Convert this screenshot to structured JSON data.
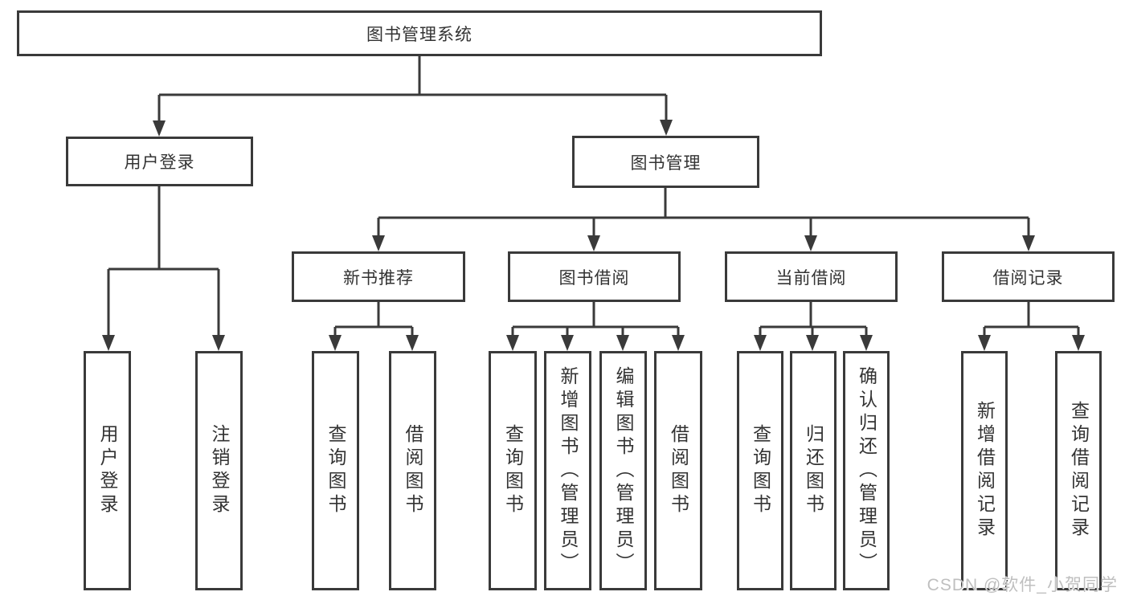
{
  "diagram": {
    "root": {
      "label": "图书管理系统"
    },
    "children": [
      {
        "label": "用户登录",
        "children": [
          {
            "label": "用户登录"
          },
          {
            "label": "注销登录"
          }
        ]
      },
      {
        "label": "图书管理",
        "children": [
          {
            "label": "新书推荐",
            "children": [
              {
                "label": "查询图书"
              },
              {
                "label": "借阅图书"
              }
            ]
          },
          {
            "label": "图书借阅",
            "children": [
              {
                "label": "查询图书"
              },
              {
                "label": "新增图书（管理员）"
              },
              {
                "label": "编辑图书（管理员）"
              },
              {
                "label": "借阅图书"
              }
            ]
          },
          {
            "label": "当前借阅",
            "children": [
              {
                "label": "查询图书"
              },
              {
                "label": "归还图书"
              },
              {
                "label": "确认归还（管理员）"
              }
            ]
          },
          {
            "label": "借阅记录",
            "children": [
              {
                "label": "新增借阅记录"
              },
              {
                "label": "查询借阅记录"
              }
            ]
          }
        ]
      }
    ]
  },
  "watermark": {
    "text": "CSDN @软件_小贺同学"
  },
  "colors": {
    "line": "#3a3a3a",
    "box_border": "#3a3a3a",
    "box_fill": "#ffffff",
    "text": "#333333",
    "watermark": "#bfbfbf",
    "background": "#ffffff"
  }
}
